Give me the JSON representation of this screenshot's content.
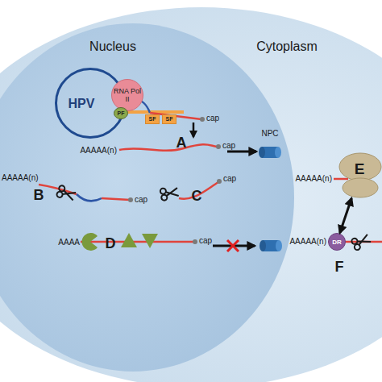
{
  "diagram": {
    "nodes": [
      {
        "text": [
          "HPV"
        ]
      },
      {
        "text": [
          "RNA Pol II"
        ]
      },
      {
        "text": [
          "PF"
        ]
      },
      {
        "text": [
          "SF"
        ]
      },
      {
        "text": [
          "SF"
        ]
      },
      {
        "text": [
          "NPC"
        ]
      },
      {
        "text": [
          "E"
        ]
      },
      {
        "text": [
          "DR"
        ]
      }
    ],
    "edges": [
      {
        "from": 6,
        "to": 7,
        "arrow": "both"
      }
    ],
    "labels": [
      "Nucleus",
      "Cytoplasm",
      "cap",
      "AAAAA(n)",
      "A",
      "cap",
      "B",
      "AAAAA(n)",
      "cap",
      "C",
      "cap",
      "AAAA",
      "D",
      "cap",
      "AAAAA(n)",
      "AAAAA(n)",
      "F"
    ]
  }
}
